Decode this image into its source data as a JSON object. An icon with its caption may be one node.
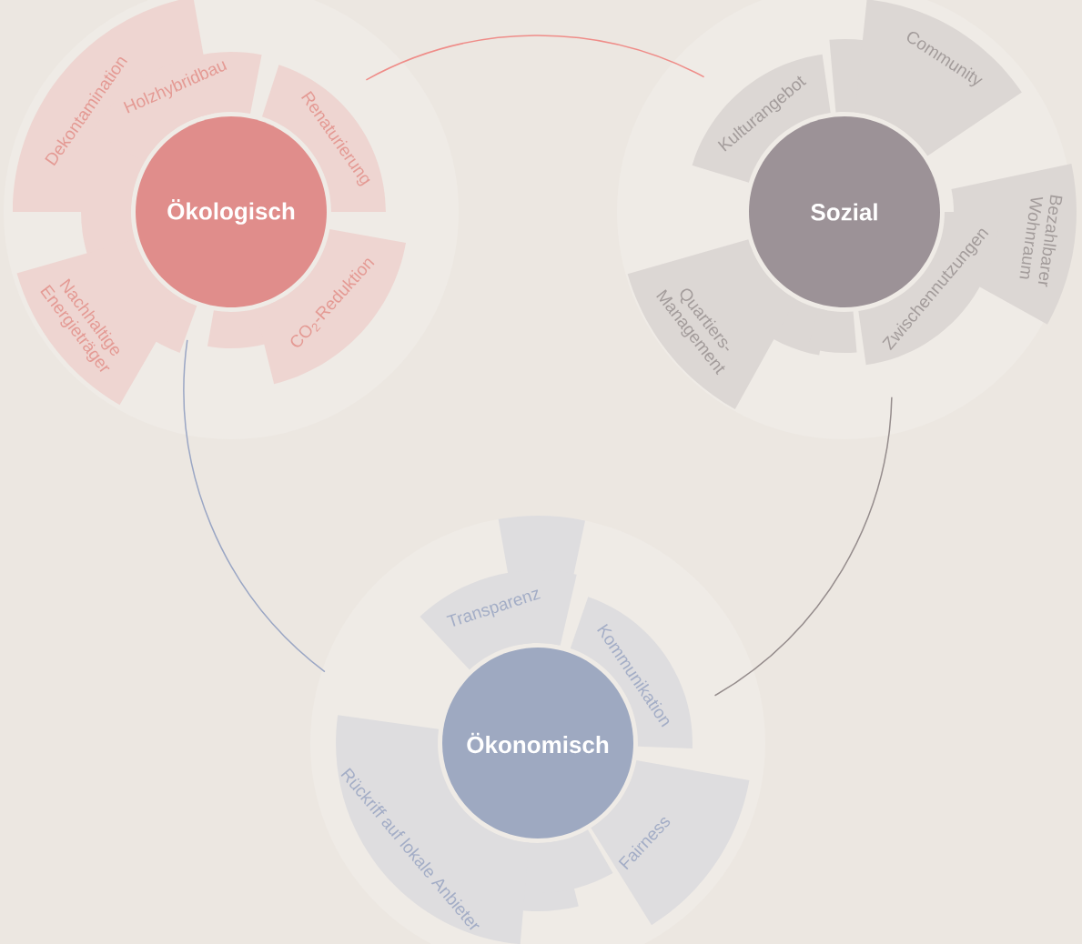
{
  "diagram": {
    "nodes": [
      {
        "text": [
          "Ökologisch"
        ]
      },
      {
        "text": [
          "Dekontamination"
        ]
      },
      {
        "text": [
          "Holzhybridbau"
        ]
      },
      {
        "text": [
          "Renaturierung"
        ]
      },
      {
        "text": [
          "CO$_{2}$-Reduktion"
        ]
      },
      {
        "text": [
          "Nachhaltige Energieträger"
        ]
      },
      {
        "text": [
          "Sozial"
        ]
      },
      {
        "text": [
          "Kulturangebot"
        ]
      },
      {
        "text": [
          "Community"
        ]
      },
      {
        "text": [
          "Bezahlbarer Wohnraum"
        ]
      },
      {
        "text": [
          "Zwischennutzungen"
        ]
      },
      {
        "text": [
          "Quartiers- Management"
        ]
      },
      {
        "text": [
          "Ökonomisch"
        ]
      },
      {
        "text": [
          "Transparenz"
        ]
      },
      {
        "text": [
          "Kommunikation"
        ]
      },
      {
        "text": [
          "Fairness"
        ]
      },
      {
        "text": [
          "Rückriff auf lokale Anbieter"
        ]
      }
    ]
  }
}
